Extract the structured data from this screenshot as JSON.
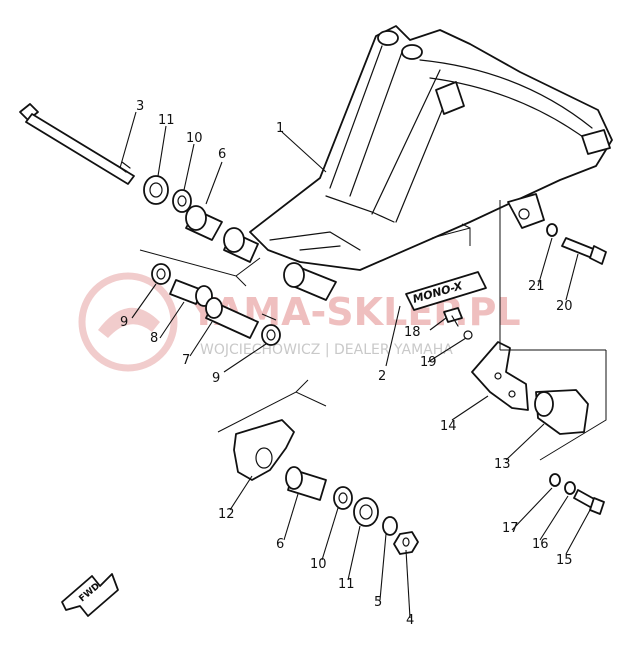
{
  "callouts": [
    "1",
    "2",
    "3",
    "4",
    "5",
    "6",
    "6",
    "7",
    "8",
    "9",
    "9",
    "10",
    "10",
    "11",
    "11",
    "12",
    "13",
    "14",
    "15",
    "16",
    "17",
    "18",
    "19",
    "20",
    "21"
  ],
  "decal_text": "MONO-X",
  "fwd_label": "FWD",
  "watermark": {
    "name": "YAMA-SKLEP.PL",
    "sub": "WOJCIECHOWICZ | DEALER YAMAHA"
  },
  "colors": {
    "line": "#111111",
    "watermark": "#e6a3a3"
  }
}
